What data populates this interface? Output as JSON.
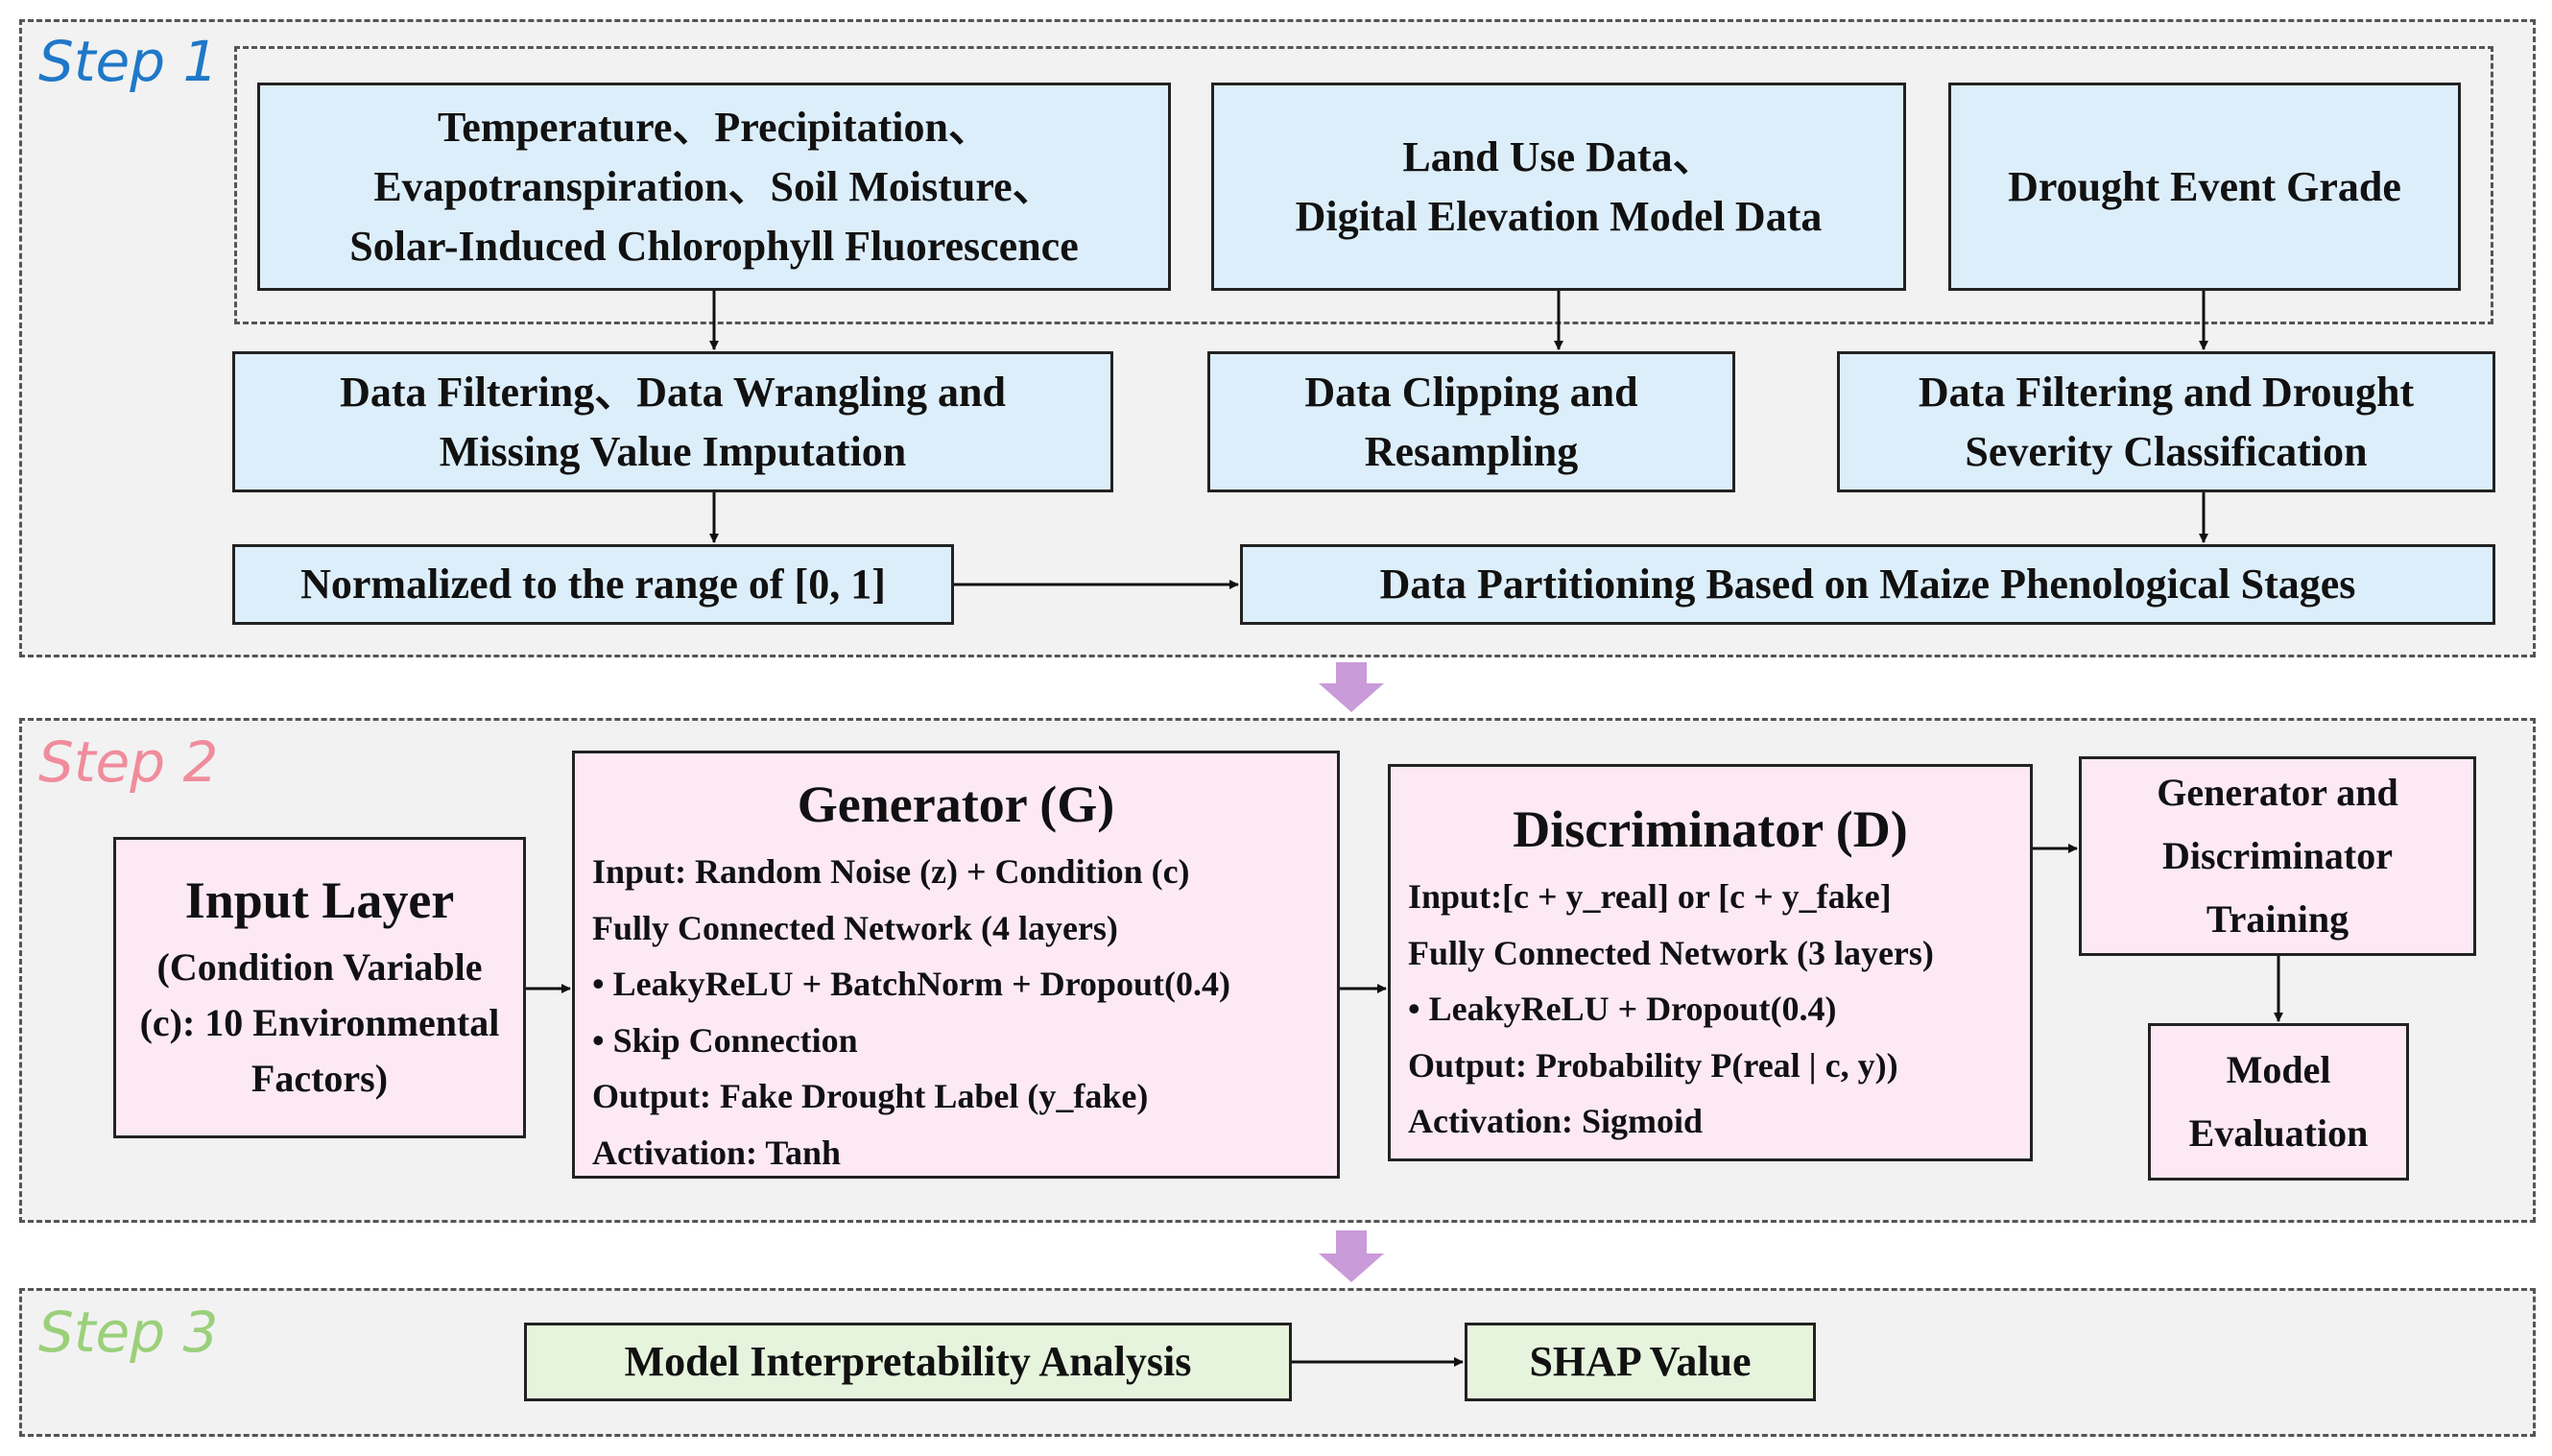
{
  "step1": {
    "label": "Step 1",
    "label_color": "#1f78c8",
    "top_boxes": [
      {
        "lines": [
          "Temperature、Precipitation、",
          "Evapotranspiration、Soil Moisture、",
          "Solar-Induced Chlorophyll Fluorescence"
        ]
      },
      {
        "lines": [
          "Land Use Data、",
          "Digital Elevation Model Data"
        ]
      },
      {
        "lines": [
          "Drought Event Grade"
        ]
      }
    ],
    "middle_boxes": [
      {
        "lines": [
          "Data Filtering、Data Wrangling and",
          "Missing Value Imputation"
        ]
      },
      {
        "lines": [
          "Data Clipping and",
          "Resampling"
        ]
      },
      {
        "lines": [
          "Data Filtering and Drought",
          "Severity Classification"
        ]
      }
    ],
    "normalize_box": "Normalized to the range of [0, 1]",
    "partition_box": "Data Partitioning Based on Maize Phenological Stages"
  },
  "step2": {
    "label": "Step 2",
    "label_color": "#f08c9c",
    "input_layer": {
      "title": "Input Layer",
      "lines": [
        "(Condition Variable",
        "(c): 10 Environmental",
        "Factors)"
      ]
    },
    "generator": {
      "title": "Generator (G)",
      "lines": [
        "Input: Random Noise (z) + Condition (c)",
        "Fully Connected Network (4 layers)",
        " • LeakyReLU + BatchNorm + Dropout(0.4)",
        "• Skip Connection",
        "Output: Fake Drought Label (y_fake)",
        "Activation: Tanh"
      ]
    },
    "discriminator": {
      "title": "Discriminator (D)",
      "lines": [
        "Input:[c + y_real] or [c + y_fake]",
        "Fully Connected Network (3 layers)",
        " • LeakyReLU + Dropout(0.4)",
        "Output: Probability P(real | c, y))",
        "Activation: Sigmoid"
      ]
    },
    "training": {
      "lines": [
        "Generator and",
        "Discriminator",
        "Training"
      ]
    },
    "evaluation": {
      "lines": [
        "Model",
        "Evaluation"
      ]
    }
  },
  "step3": {
    "label": "Step 3",
    "label_color": "#9bd07a",
    "interpretability": "Model Interpretability Analysis",
    "shap": "SHAP Value"
  },
  "colors": {
    "box_blue": "#ddeefb",
    "box_pink": "#fce9f4",
    "box_green": "#e6f4dd",
    "panel_bg": "#f2f2f2",
    "big_arrow": "#c99bd8"
  }
}
